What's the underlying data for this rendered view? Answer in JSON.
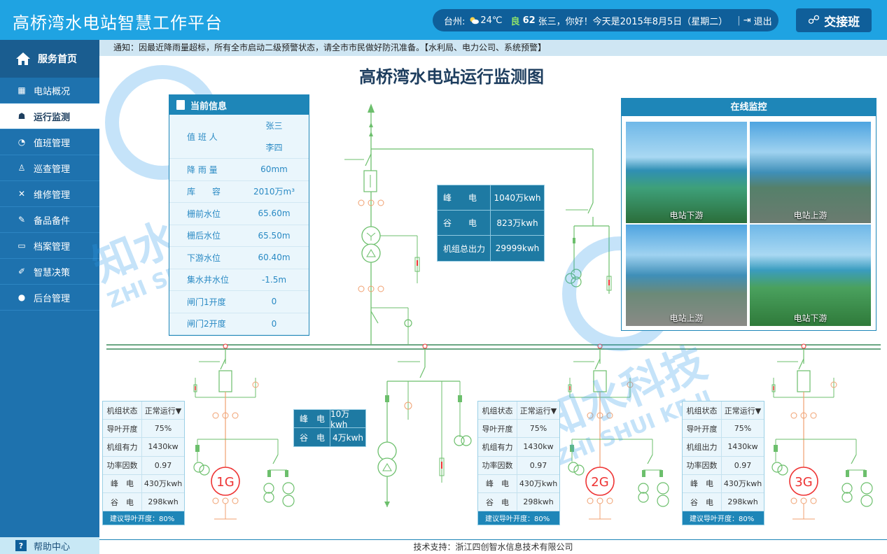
{
  "header": {
    "title": "高桥湾水电站智慧工作平台",
    "city": "台州:",
    "temp": "24℃",
    "aqi": "62",
    "greeting": "张三，你好！今天是2015年8月5日（星期二）",
    "logout": "退出",
    "handover": "交接班"
  },
  "sidebar": {
    "home": "服务首页",
    "items": [
      {
        "label": "电站概况",
        "icon": "building-icon"
      },
      {
        "label": "运行监测",
        "icon": "group-icon"
      },
      {
        "label": "值班管理",
        "icon": "user-clock-icon"
      },
      {
        "label": "巡查管理",
        "icon": "inspector-icon"
      },
      {
        "label": "维修管理",
        "icon": "tools-icon"
      },
      {
        "label": "备品备件",
        "icon": "wrench-icon"
      },
      {
        "label": "档案管理",
        "icon": "folder-icon"
      },
      {
        "label": "智慧决策",
        "icon": "edit-icon"
      },
      {
        "label": "后台管理",
        "icon": "user-icon"
      }
    ],
    "help": "帮助中心"
  },
  "notice": "通知：因最近降雨量超标，所有全市启动二级预警状态，请全市市民做好防汛准备。【水利局、电力公司、系统预警】",
  "main_title": "高桥湾水电站运行监测图",
  "info_panel": {
    "title": "当前信息",
    "duty_label": "值 班 人",
    "duty": [
      "张三",
      "李四"
    ],
    "rows": [
      {
        "k": "降 雨 量",
        "v": "60mm"
      },
      {
        "k": "库　　容",
        "v": "2010万m³"
      },
      {
        "k": "栅前水位",
        "v": "65.60m"
      },
      {
        "k": "栅后水位",
        "v": "65.50m"
      },
      {
        "k": "下游水位",
        "v": "60.40m"
      },
      {
        "k": "集水井水位",
        "v": "-1.5m"
      },
      {
        "k": "闸门1开度",
        "v": "0"
      },
      {
        "k": "闸门2开度",
        "v": "0"
      }
    ]
  },
  "energy_top": [
    {
      "k": "峰　　电",
      "v": "1040万kwh"
    },
    {
      "k": "谷　　电",
      "v": "823万kwh"
    },
    {
      "k": "机组总出力",
      "v": "29999kwh"
    }
  ],
  "energy_mid": [
    {
      "k": "峰　电",
      "v": "10万kwh"
    },
    {
      "k": "谷　电",
      "v": "4万kwh"
    }
  ],
  "monitor": {
    "title": "在线监控",
    "cams": [
      "电站下游",
      "电站上游",
      "电站上游",
      "电站下游"
    ]
  },
  "units": [
    {
      "label": "1G",
      "rows": [
        {
          "k": "机组状态",
          "v": "正常运行▼"
        },
        {
          "k": "导叶开度",
          "v": "75%"
        },
        {
          "k": "机组有力",
          "v": "1430kw"
        },
        {
          "k": "功率因数",
          "v": "0.97"
        },
        {
          "k": "峰　电",
          "v": "430万kwh"
        },
        {
          "k": "谷　电",
          "v": "298kwh"
        }
      ],
      "footer": "建议导叶开度：80%"
    },
    {
      "label": "2G",
      "rows": [
        {
          "k": "机组状态",
          "v": "正常运行▼"
        },
        {
          "k": "导叶开度",
          "v": "75%"
        },
        {
          "k": "机组有力",
          "v": "1430kw"
        },
        {
          "k": "功率因数",
          "v": "0.97"
        },
        {
          "k": "峰　电",
          "v": "430万kwh"
        },
        {
          "k": "谷　电",
          "v": "298kwh"
        }
      ],
      "footer": "建议导叶开度：80%"
    },
    {
      "label": "3G",
      "rows": [
        {
          "k": "机组状态",
          "v": "正常运行▼"
        },
        {
          "k": "导叶开度",
          "v": "75%"
        },
        {
          "k": "机组出力",
          "v": "1430kw"
        },
        {
          "k": "功率因数",
          "v": "0.97"
        },
        {
          "k": "峰　电",
          "v": "430万kwh"
        },
        {
          "k": "谷　电",
          "v": "298kwh"
        }
      ],
      "footer": "建议导叶开度：80%"
    }
  ],
  "watermark": {
    "cn": "知水科技",
    "en": "ZHI SHUI KE JI"
  },
  "footer": "技术支持：浙江四创智水信息技术有限公司",
  "colors": {
    "header": "#1fa3e2",
    "sidebar": "#1e72ae",
    "panel": "#1e86b8",
    "line_green": "#6cbf6c",
    "line_orange": "#f0a070",
    "gen_red": "#ee3333"
  }
}
